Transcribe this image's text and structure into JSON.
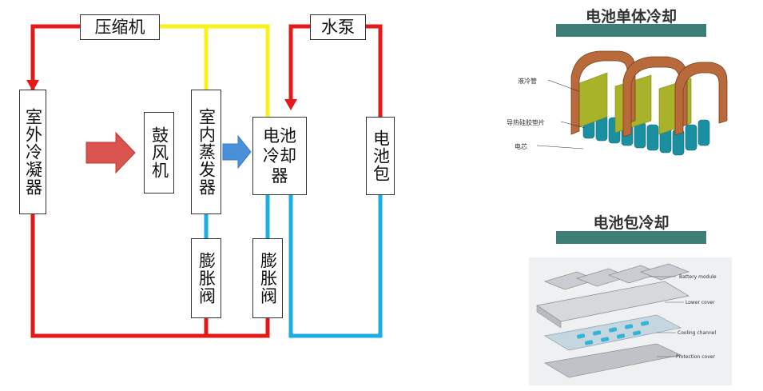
{
  "diagram": {
    "compressor": "压缩机",
    "water_pump": "水泵",
    "outdoor_condenser": "室外冷凝器",
    "blower": "鼓风机",
    "indoor_evaporator": "室内蒸发器",
    "battery_chiller": "电池\n冷却\n器",
    "battery_pack": "电池包",
    "expansion_valve_1": "膨胀阀",
    "expansion_valve_2": "膨胀阀"
  },
  "colors": {
    "hot_line": "#e4191a",
    "warm_line": "#f7f21c",
    "cold_line": "#1aaee6",
    "air_arrow": "#d9534f",
    "cold_air_arrow": "#4a90d9",
    "title_bar": "#3d7f77"
  },
  "cell_cooling": {
    "title": "电池单体冷却",
    "callouts": [
      "液冷管",
      "导热硅胶垫片",
      "电芯"
    ]
  },
  "pack_cooling": {
    "title": "电池包冷却",
    "callouts": [
      "Battery module",
      "Lower cover",
      "Cooling channel",
      "Protection cover"
    ]
  }
}
